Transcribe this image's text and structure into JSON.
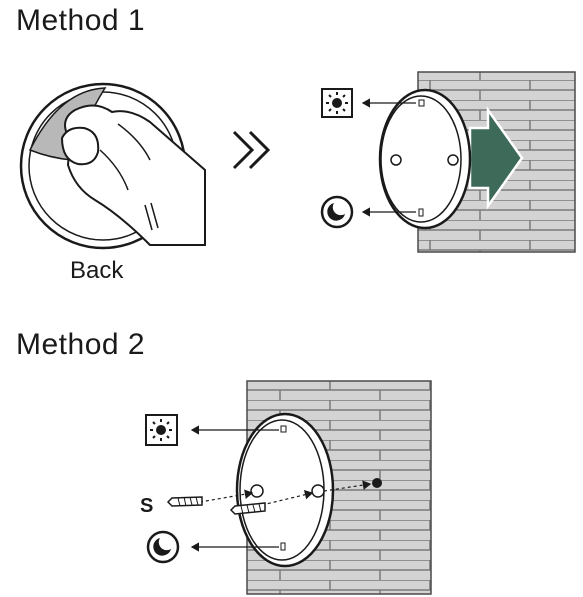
{
  "method1": {
    "title": "Method 1",
    "caption": "Back"
  },
  "method2": {
    "title": "Method 2",
    "screw_label": "S"
  },
  "icons": [
    "sun-icon",
    "moon-icon",
    "double-chevron-right-icon",
    "arrow-right-icon",
    "screw-icon"
  ],
  "colors": {
    "arrow_fill": "#3e6b59",
    "brick_fill": "#d3d3d3",
    "brick_line": "#7a7a7a",
    "ink": "#1a1a1a"
  }
}
